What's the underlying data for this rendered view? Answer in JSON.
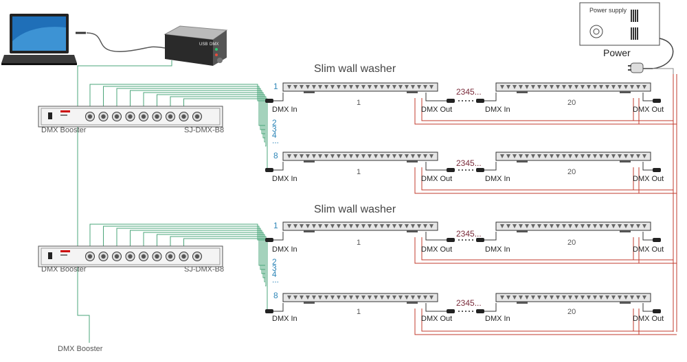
{
  "colors": {
    "green": "#4aa57a",
    "red": "#c0392b",
    "gray": "#8a8a8a",
    "blue": "#2e86b8",
    "counter": "#7a2b3a"
  },
  "icons": {
    "laptop": "laptop-icon",
    "interface": "usb-dmx-interface-icon",
    "power_supply": "power-supply-icon",
    "plug": "power-plug-icon",
    "booster": "dmx-booster-rack-icon",
    "washer": "wall-washer-bar-icon"
  },
  "interface": {
    "brand": "USB ↔ DMX",
    "text1": "USB",
    "text2": "DMX"
  },
  "power": {
    "label": "Power supply",
    "title": "Power"
  },
  "boosters": [
    {
      "left_label": "DMX Booster",
      "model": "SJ-DMX-B8"
    },
    {
      "left_label": "DMX Booster",
      "model": "SJ-DMX-B8"
    }
  ],
  "booster_out_label": "DMX Booster",
  "sections": [
    {
      "title": "Slim wall washer",
      "rows": [
        {
          "channel": "1",
          "first_num": "1",
          "sequence": "2345...",
          "last_num": "20",
          "dmx_in": "DMX In",
          "dmx_out": "DMX Out"
        },
        {
          "channel": "8",
          "first_num": "1",
          "sequence": "2345...",
          "last_num": "20",
          "dmx_in": "DMX In",
          "dmx_out": "DMX Out"
        }
      ],
      "extra_channels": [
        "2",
        "3",
        "4",
        "..."
      ]
    },
    {
      "title": "Slim wall washer",
      "rows": [
        {
          "channel": "1",
          "first_num": "1",
          "sequence": "2345...",
          "last_num": "20",
          "dmx_in": "DMX In",
          "dmx_out": "DMX Out"
        },
        {
          "channel": "8",
          "first_num": "1",
          "sequence": "2345...",
          "last_num": "20",
          "dmx_in": "DMX In",
          "dmx_out": "DMX Out"
        }
      ],
      "extra_channels": [
        "2",
        "3",
        "4",
        "..."
      ]
    }
  ]
}
